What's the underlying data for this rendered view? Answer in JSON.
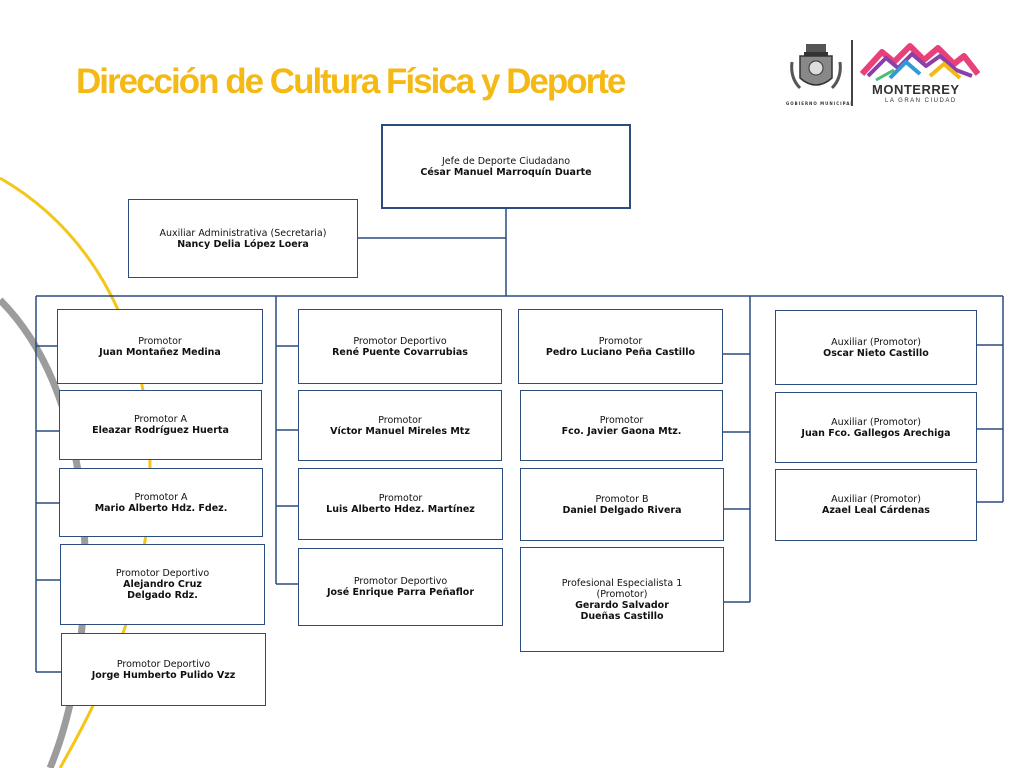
{
  "header": {
    "title": "Dirección de Cultura Física y Deporte",
    "gov_label": "GOBIERNO MUNICIPAL",
    "brand_name": "MONTERREY",
    "brand_tagline": "LA GRAN CIUDAD"
  },
  "colors": {
    "title": "#f5b915",
    "border": "#2b4c7e",
    "decor_yellow": "#f5c518",
    "decor_gray": "#9c9c9c"
  },
  "chart": {
    "head": {
      "role": "Jefe de Deporte Ciudadano",
      "name": "César Manuel Marroquín Duarte"
    },
    "assistant": {
      "role": "Auxiliar Administrativa (Secretaria)",
      "name": "Nancy Delia López Loera"
    },
    "col1": [
      {
        "role": "Promotor",
        "name": "Juan Montañez Medina"
      },
      {
        "role": "Promotor A",
        "name": "Eleazar Rodríguez Huerta"
      },
      {
        "role": "Promotor A",
        "name": "Mario Alberto Hdz. Fdez."
      },
      {
        "role": "Promotor Deportivo",
        "name": "Alejandro Cruz\nDelgado Rdz."
      },
      {
        "role": "Promotor Deportivo",
        "name": "Jorge Humberto Pulido Vzz"
      }
    ],
    "col2": [
      {
        "role": "Promotor Deportivo",
        "name": "René Puente Covarrubias"
      },
      {
        "role": "Promotor",
        "name": "Víctor Manuel Mireles Mtz"
      },
      {
        "role": "Promotor",
        "name": "Luis Alberto Hdez. Martínez"
      },
      {
        "role": "Promotor Deportivo",
        "name": "José Enrique Parra Peñaflor"
      }
    ],
    "col3": [
      {
        "role": "Promotor",
        "name": "Pedro Luciano Peña Castillo"
      },
      {
        "role": "Promotor",
        "name": "Fco. Javier Gaona Mtz."
      },
      {
        "role": "Promotor B",
        "name": "Daniel Delgado Rivera"
      },
      {
        "role": "Profesional Especialista 1\n(Promotor)",
        "name": "Gerardo Salvador\nDueñas Castillo"
      }
    ],
    "col4": [
      {
        "role": "Auxiliar  (Promotor)",
        "name": "Oscar Nieto Castillo"
      },
      {
        "role": "Auxiliar (Promotor)",
        "name": "Juan Fco. Gallegos Arechiga"
      },
      {
        "role": "Auxiliar (Promotor)",
        "name": "Azael Leal Cárdenas"
      }
    ]
  }
}
